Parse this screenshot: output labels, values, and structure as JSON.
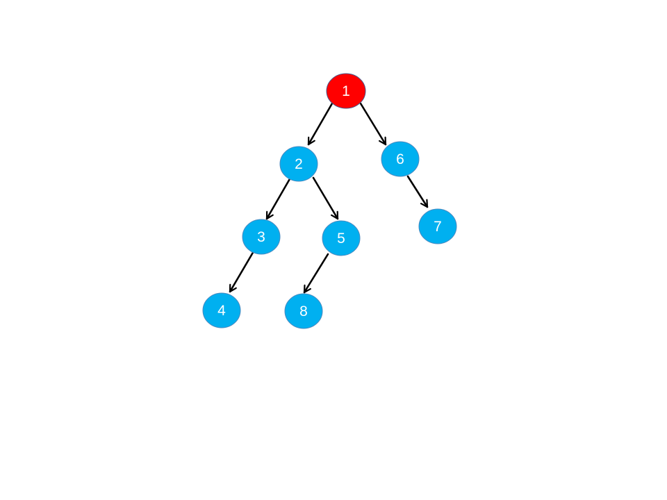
{
  "diagram": {
    "type": "tree",
    "colors": {
      "root_fill": "#ff0000",
      "root_stroke": "#4a5a8a",
      "node_fill": "#00b0f0",
      "node_stroke": "#4a8ac0",
      "edge": "#000000",
      "label": "#ffffff"
    },
    "nodes": [
      {
        "id": "n1",
        "label": "1",
        "role": "root"
      },
      {
        "id": "n2",
        "label": "2",
        "role": "node"
      },
      {
        "id": "n6",
        "label": "6",
        "role": "node"
      },
      {
        "id": "n3",
        "label": "3",
        "role": "node"
      },
      {
        "id": "n5",
        "label": "5",
        "role": "node"
      },
      {
        "id": "n7",
        "label": "7",
        "role": "node"
      },
      {
        "id": "n4",
        "label": "4",
        "role": "node"
      },
      {
        "id": "n8",
        "label": "8",
        "role": "node"
      }
    ],
    "edges": [
      {
        "from": "n1",
        "to": "n2"
      },
      {
        "from": "n1",
        "to": "n6"
      },
      {
        "from": "n2",
        "to": "n3"
      },
      {
        "from": "n2",
        "to": "n5"
      },
      {
        "from": "n6",
        "to": "n7"
      },
      {
        "from": "n3",
        "to": "n4"
      },
      {
        "from": "n5",
        "to": "n8"
      }
    ]
  }
}
